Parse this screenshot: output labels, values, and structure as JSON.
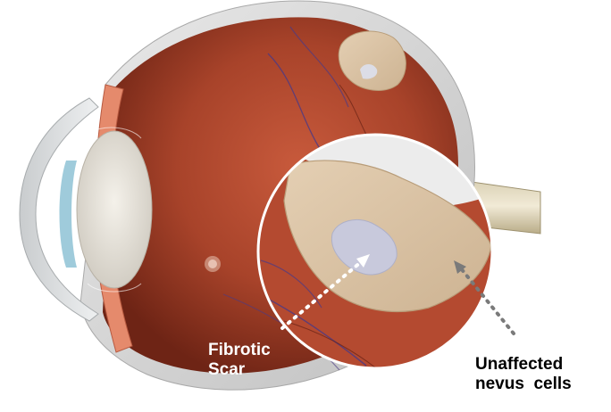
{
  "diagram": {
    "labels": {
      "fibrotic_scar": {
        "line1": "Fibrotic",
        "line2": "Scar"
      },
      "unaffected_nevus": {
        "line1": "Unaffected",
        "line2": "nevus  cells"
      }
    }
  }
}
